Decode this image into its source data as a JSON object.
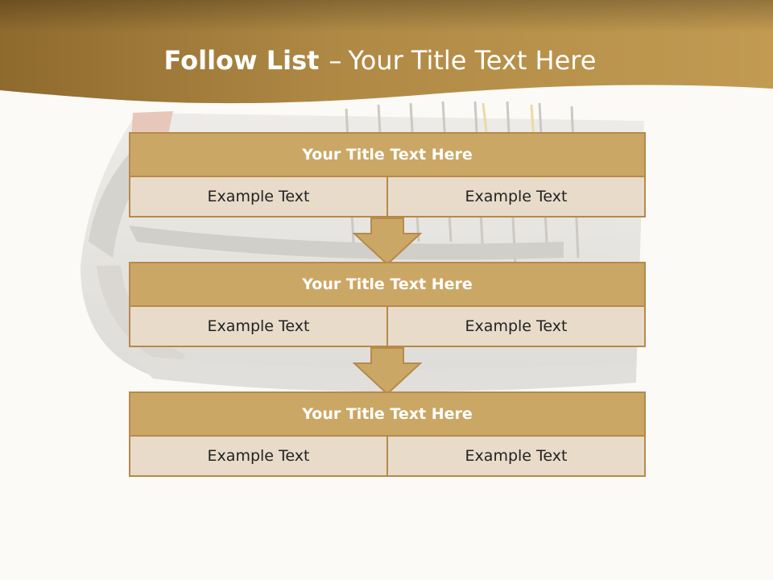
{
  "header": {
    "title_bold": "Follow List",
    "title_sep": "–",
    "title_rest": "Your Title Text Here"
  },
  "colors": {
    "banner": "#a9823c",
    "header_fill": "#cba766",
    "cell_fill": "#e8dbc9",
    "border": "#b7894a"
  },
  "steps": [
    {
      "title": "Your Title Text Here",
      "cells": [
        "Example Text",
        "Example Text"
      ]
    },
    {
      "title": "Your Title Text Here",
      "cells": [
        "Example Text",
        "Example Text"
      ]
    },
    {
      "title": "Your Title Text Here",
      "cells": [
        "Example Text",
        "Example Text"
      ]
    }
  ]
}
